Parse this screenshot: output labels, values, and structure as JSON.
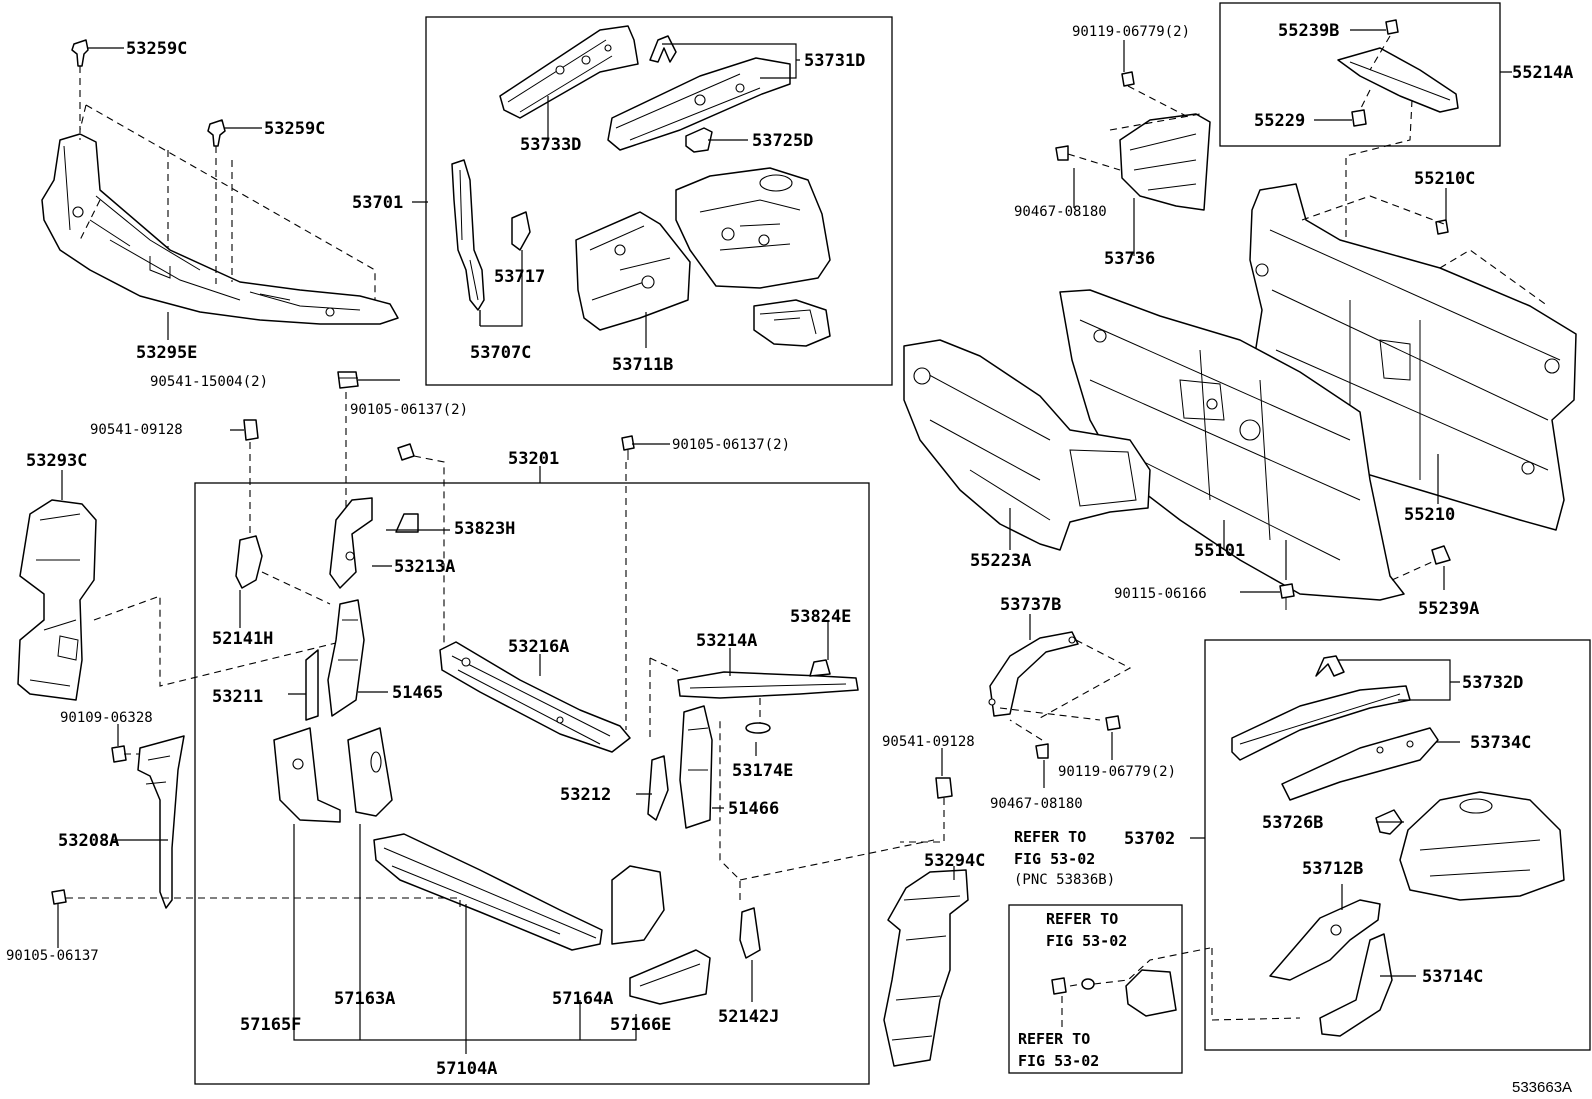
{
  "diagram": {
    "drawing_id": "533663A",
    "callouts": {
      "c53259C_top": "53259C",
      "c53259C_mid": "53259C",
      "c53295E": "53295E",
      "c90541_15004": "90541-15004(2)",
      "c90541_09128_left": "90541-09128",
      "c90105_06137_2_left": "90105-06137(2)",
      "c53201": "53201",
      "c90105_06137_2_right": "90105-06137(2)",
      "c53293C": "53293C",
      "c53823H": "53823H",
      "c53213A": "53213A",
      "c52141H": "52141H",
      "c53211": "53211",
      "c51465": "51465",
      "c53216A": "53216A",
      "c53214A": "53214A",
      "c53824E": "53824E",
      "c90109_06328": "90109-06328",
      "c53208A": "53208A",
      "c90105_06137": "90105-06137",
      "c53174E": "53174E",
      "c53212": "53212",
      "c51466": "51466",
      "c57163A": "57163A",
      "c57165F": "57165F",
      "c57164A": "57164A",
      "c57166E": "57166E",
      "c52142J": "52142J",
      "c57104A": "57104A",
      "c53701": "53701",
      "c53731D": "53731D",
      "c53733D": "53733D",
      "c53725D": "53725D",
      "c53717": "53717",
      "c53707C": "53707C",
      "c53711B": "53711B",
      "c90119_06779_top": "90119-06779(2)",
      "c90467_08180_top": "90467-08180",
      "c53736": "53736",
      "c55239B": "55239B",
      "c55214A": "55214A",
      "c55229": "55229",
      "c55210C": "55210C",
      "c55210": "55210",
      "c55223A": "55223A",
      "c55101": "55101",
      "c90115_06166": "90115-06166",
      "c55239A": "55239A",
      "c53737B": "53737B",
      "c90541_09128_mid": "90541-09128",
      "c90119_06779_bot": "90119-06779(2)",
      "c90467_08180_bot": "90467-08180",
      "c53294C": "53294C",
      "c53702": "53702",
      "c53732D": "53732D",
      "c53734C": "53734C",
      "c53726B": "53726B",
      "c53712B": "53712B",
      "c53714C": "53714C"
    },
    "refer_notes": {
      "ref1_line1": "REFER TO",
      "ref1_line2": "FIG 53-02",
      "ref1_line3": "(PNC 53836B)",
      "ref2_line1": "REFER TO",
      "ref2_line2": "FIG 53-02",
      "ref3_line1": "REFER TO",
      "ref3_line2": "FIG 53-02"
    }
  }
}
